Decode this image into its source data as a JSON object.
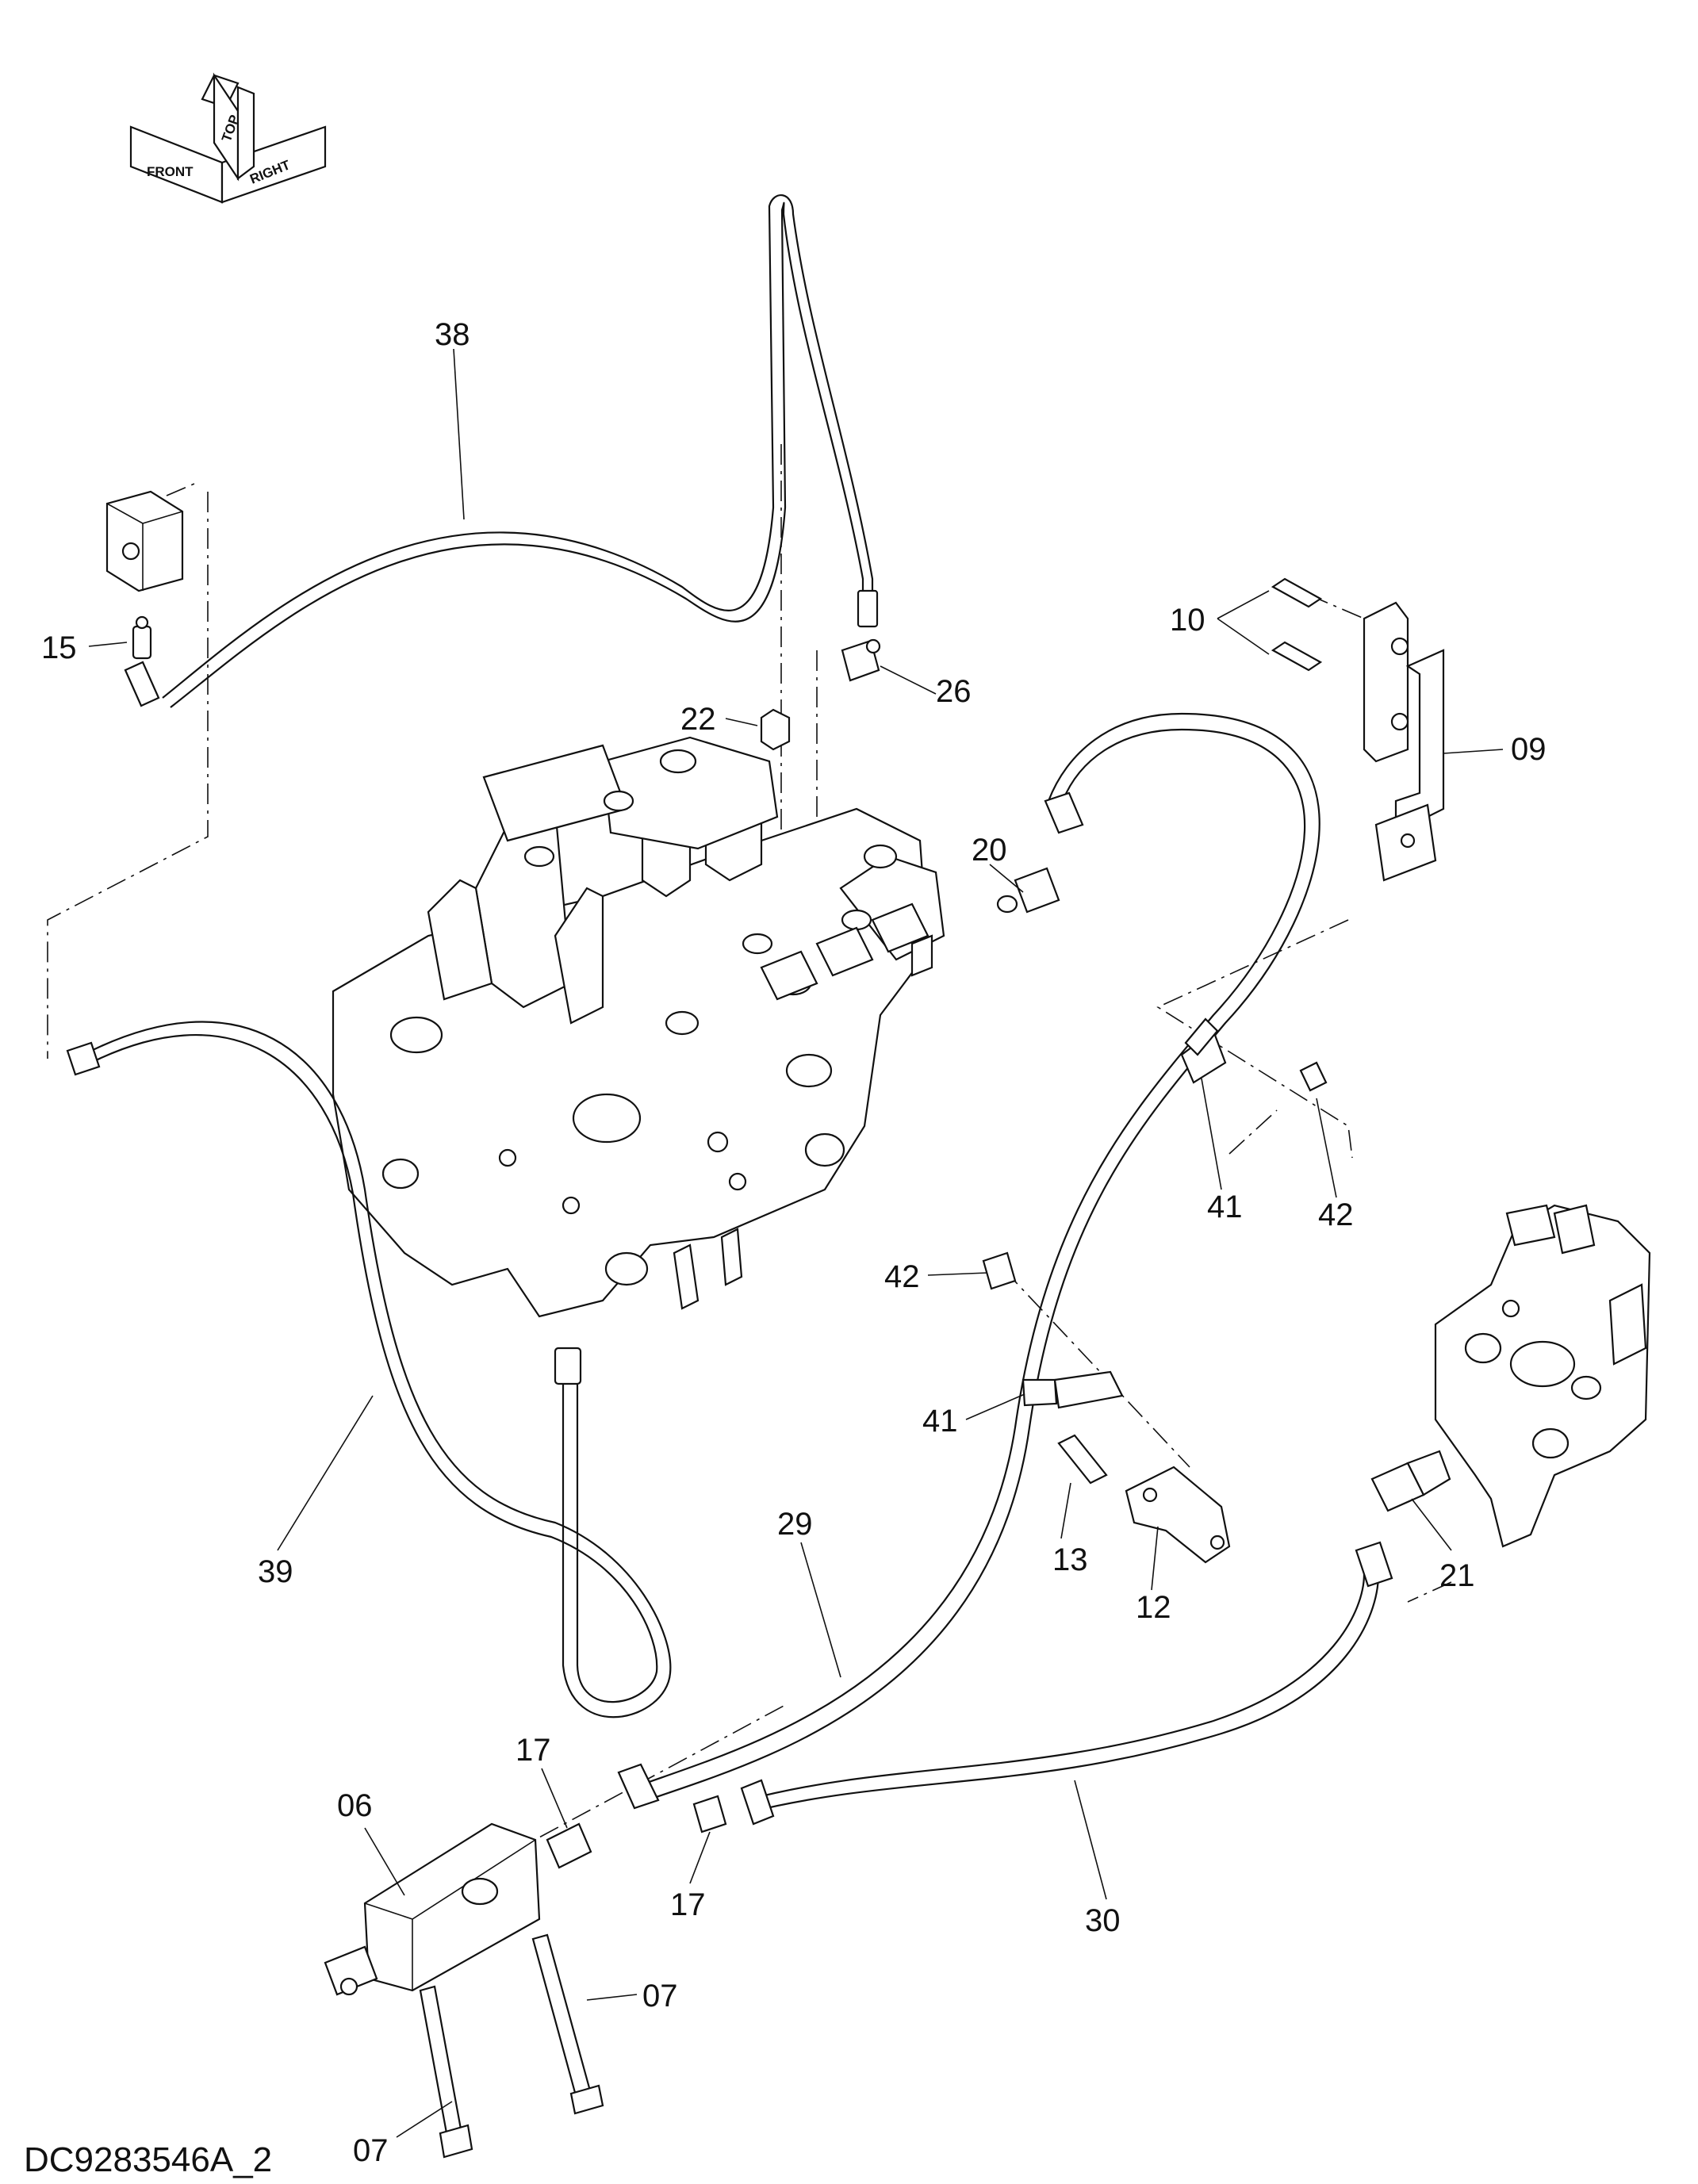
{
  "diagram": {
    "drawing_code": "DC9283546A_2",
    "orientation": [
      "FRONT",
      "TOP",
      "RIGHT"
    ],
    "callouts": [
      {
        "id": "c38",
        "label": "38"
      },
      {
        "id": "c15",
        "label": "15"
      },
      {
        "id": "c26",
        "label": "26"
      },
      {
        "id": "c22",
        "label": "22"
      },
      {
        "id": "c10",
        "label": "10"
      },
      {
        "id": "c09",
        "label": "09"
      },
      {
        "id": "c20",
        "label": "20"
      },
      {
        "id": "c41a",
        "label": "41"
      },
      {
        "id": "c42a",
        "label": "42"
      },
      {
        "id": "c42b",
        "label": "42"
      },
      {
        "id": "c41b",
        "label": "41"
      },
      {
        "id": "c13",
        "label": "13"
      },
      {
        "id": "c12",
        "label": "12"
      },
      {
        "id": "c21",
        "label": "21"
      },
      {
        "id": "c39",
        "label": "39"
      },
      {
        "id": "c29",
        "label": "29"
      },
      {
        "id": "c17a",
        "label": "17"
      },
      {
        "id": "c06",
        "label": "06"
      },
      {
        "id": "c17b",
        "label": "17"
      },
      {
        "id": "c30",
        "label": "30"
      },
      {
        "id": "c07a",
        "label": "07"
      },
      {
        "id": "c07b",
        "label": "07"
      }
    ]
  }
}
